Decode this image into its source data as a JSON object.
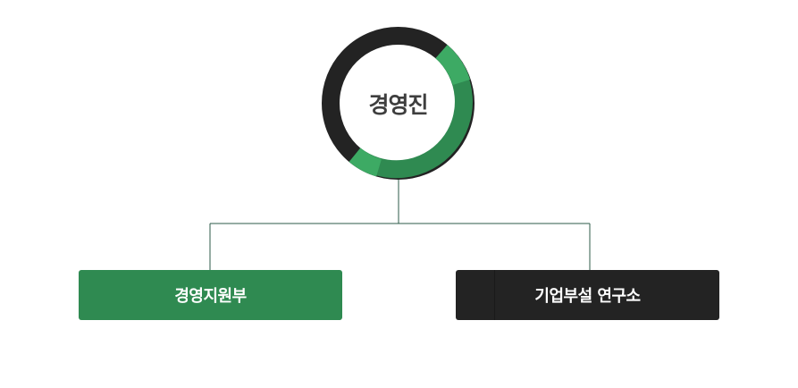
{
  "top_node": {
    "label": "경영진"
  },
  "departments": [
    {
      "label": "경영지원부"
    },
    {
      "label": "기업부설 연구소"
    }
  ],
  "colors": {
    "ring_dark": "#232323",
    "ring_green": "#2f8a51",
    "ring_green_light": "#3daa64",
    "connector": "#2d5b4a",
    "support_box": "#2f8a51",
    "research_box": "#232323"
  }
}
